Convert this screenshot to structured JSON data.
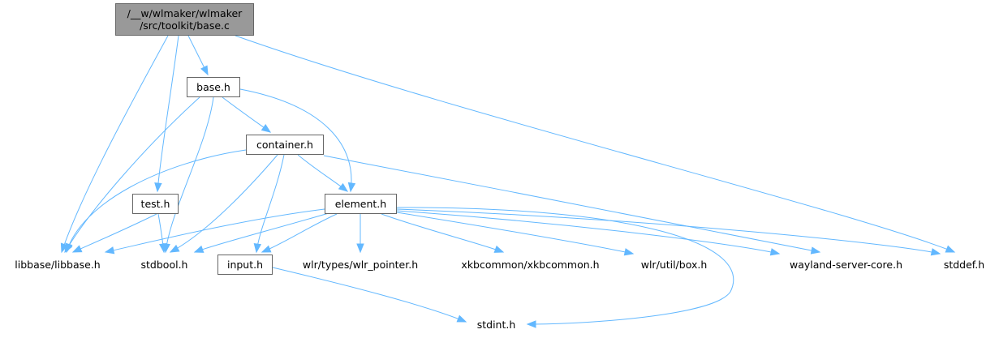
{
  "diagram": {
    "type": "include-dependency-graph",
    "edge_color": "#63b8ff",
    "node_colors": {
      "current_fill": "#999999",
      "current_border": "#666666",
      "local_fill": "#ffffff",
      "local_border": "#666666",
      "external_fill": "#e0e0e0",
      "external_border": "#999999"
    },
    "nodes": [
      {
        "id": "root",
        "label": "/__w/wlmaker/wlmaker\n/src/toolkit/base.c",
        "kind": "current"
      },
      {
        "id": "base_h",
        "label": "base.h",
        "kind": "local"
      },
      {
        "id": "container_h",
        "label": "container.h",
        "kind": "local"
      },
      {
        "id": "test_h",
        "label": "test.h",
        "kind": "local"
      },
      {
        "id": "element_h",
        "label": "element.h",
        "kind": "local"
      },
      {
        "id": "libbase_h",
        "label": "libbase/libbase.h",
        "kind": "external"
      },
      {
        "id": "stdbool_h",
        "label": "stdbool.h",
        "kind": "external"
      },
      {
        "id": "input_h",
        "label": "input.h",
        "kind": "local"
      },
      {
        "id": "wlr_pointer_h",
        "label": "wlr/types/wlr_pointer.h",
        "kind": "external"
      },
      {
        "id": "xkbcommon_h",
        "label": "xkbcommon/xkbcommon.h",
        "kind": "external"
      },
      {
        "id": "box_h",
        "label": "wlr/util/box.h",
        "kind": "external"
      },
      {
        "id": "wayland_h",
        "label": "wayland-server-core.h",
        "kind": "external"
      },
      {
        "id": "stddef_h",
        "label": "stddef.h",
        "kind": "external"
      },
      {
        "id": "stdint_h",
        "label": "stdint.h",
        "kind": "external"
      }
    ],
    "edges": [
      {
        "from": "root",
        "to": "base_h"
      },
      {
        "from": "root",
        "to": "libbase_h"
      },
      {
        "from": "root",
        "to": "test_h"
      },
      {
        "from": "root",
        "to": "stddef_h"
      },
      {
        "from": "base_h",
        "to": "container_h"
      },
      {
        "from": "base_h",
        "to": "element_h"
      },
      {
        "from": "base_h",
        "to": "libbase_h"
      },
      {
        "from": "base_h",
        "to": "stdbool_h"
      },
      {
        "from": "container_h",
        "to": "element_h"
      },
      {
        "from": "container_h",
        "to": "libbase_h"
      },
      {
        "from": "container_h",
        "to": "stdbool_h"
      },
      {
        "from": "container_h",
        "to": "input_h"
      },
      {
        "from": "container_h",
        "to": "wayland_h"
      },
      {
        "from": "test_h",
        "to": "libbase_h"
      },
      {
        "from": "test_h",
        "to": "stdbool_h"
      },
      {
        "from": "element_h",
        "to": "libbase_h"
      },
      {
        "from": "element_h",
        "to": "stdbool_h"
      },
      {
        "from": "element_h",
        "to": "input_h"
      },
      {
        "from": "element_h",
        "to": "wlr_pointer_h"
      },
      {
        "from": "element_h",
        "to": "xkbcommon_h"
      },
      {
        "from": "element_h",
        "to": "box_h"
      },
      {
        "from": "element_h",
        "to": "wayland_h"
      },
      {
        "from": "element_h",
        "to": "stddef_h"
      },
      {
        "from": "element_h",
        "to": "stdint_h"
      },
      {
        "from": "input_h",
        "to": "stdint_h"
      }
    ]
  }
}
